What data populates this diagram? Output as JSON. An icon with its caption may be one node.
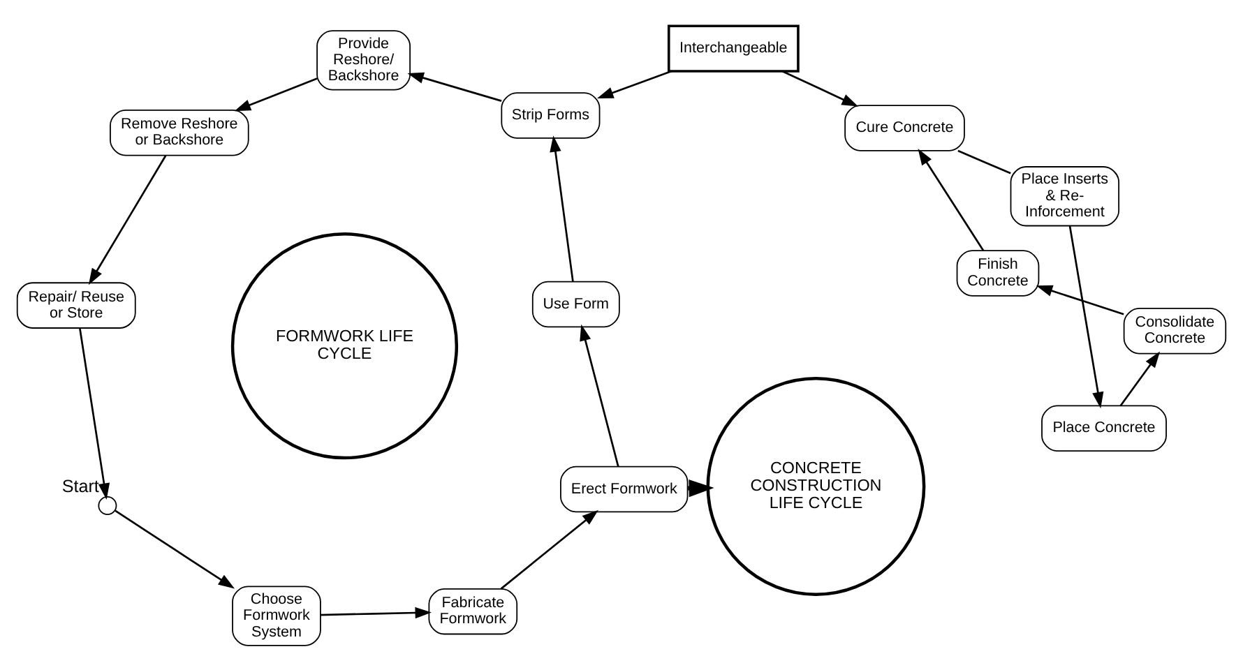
{
  "diagram": {
    "nodes": [
      {
        "text": [],
        "shape": "circle",
        "beside": [
          "Start"
        ]
      },
      {
        "text": [
          "FORMWORK LIFE CYCLE"
        ]
      },
      {
        "text": [
          "Choose Formwork System"
        ]
      },
      {
        "text": [
          "Fabricate Formwork"
        ]
      },
      {
        "text": [
          "Erect Formwork"
        ]
      },
      {
        "text": [
          "Use Form"
        ]
      },
      {
        "text": [
          "Strip Forms"
        ]
      },
      {
        "text": [
          "Provide Reshore/ Backshore"
        ]
      },
      {
        "text": [
          "Remove Reshore or Backshore"
        ]
      },
      {
        "text": [
          "Repair/ Reuse or Store"
        ]
      },
      {
        "text": [
          "CONCRETE CONSTRUCTION LIFE CYCLE"
        ]
      },
      {
        "text": [
          "Place Inserts & Re-Inforcement"
        ]
      },
      {
        "text": [
          "Place Concrete"
        ]
      },
      {
        "text": [
          "Consolidate Concrete"
        ]
      },
      {
        "text": [
          "Finish Concrete"
        ]
      },
      {
        "text": [
          "Cure Concrete"
        ]
      },
      {
        "text": [
          "Interchangeable"
        ]
      }
    ],
    "edges": [
      {
        "from": 0,
        "to": 2,
        "arrow": "to"
      },
      {
        "from": 2,
        "to": 3,
        "arrow": "to"
      },
      {
        "from": 3,
        "to": 4,
        "arrow": "to"
      },
      {
        "from": 4,
        "to": 5,
        "arrow": "to"
      },
      {
        "from": 5,
        "to": 6,
        "arrow": "to"
      },
      {
        "from": 6,
        "to": 7,
        "arrow": "to"
      },
      {
        "from": 7,
        "to": 8,
        "arrow": "to"
      },
      {
        "from": 8,
        "to": 9,
        "arrow": "to"
      },
      {
        "from": 9,
        "to": 0,
        "arrow": "to"
      },
      {
        "from": 4,
        "to": 10,
        "arrow": "to",
        "style": "thick"
      },
      {
        "from": 11,
        "to": 12,
        "arrow": "to"
      },
      {
        "from": 12,
        "to": 13,
        "arrow": "to"
      },
      {
        "from": 13,
        "to": 14,
        "arrow": "to"
      },
      {
        "from": 14,
        "to": 15,
        "arrow": "to"
      },
      {
        "from": 15,
        "to": 11,
        "arrow": "none"
      },
      {
        "from": 16,
        "to": 6,
        "arrow": "to"
      },
      {
        "from": 16,
        "to": 15,
        "arrow": "to"
      }
    ]
  }
}
